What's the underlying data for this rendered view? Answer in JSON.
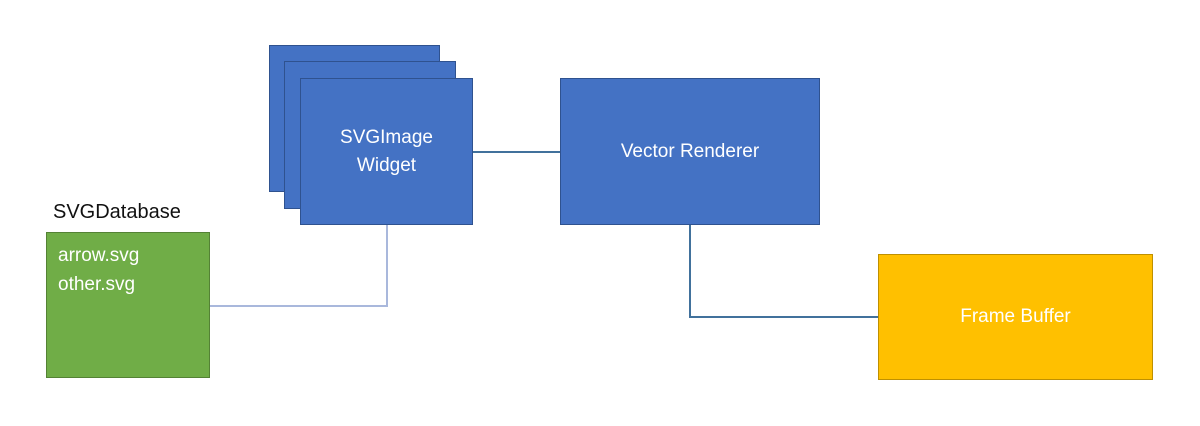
{
  "diagram": {
    "title_label": "SVGDatabase",
    "colors": {
      "blue_fill": "#4472C4",
      "blue_border": "#2F528F",
      "green_fill": "#70AD47",
      "green_border": "#548235",
      "gold_fill": "#FFC000",
      "gold_border": "#BF9000",
      "connector_dark": "#41719C",
      "connector_light": "#A9B8DC",
      "background": "#FFFFFF"
    },
    "nodes": {
      "svg_image_widget": {
        "label_line1": "SVGImage",
        "label_line2": "Widget",
        "stack_count": 3
      },
      "vector_renderer": {
        "label": "Vector Renderer"
      },
      "svg_database": {
        "title": "SVGDatabase",
        "items": [
          "arrow.svg",
          "other.svg"
        ]
      },
      "frame_buffer": {
        "label": "Frame Buffer"
      }
    },
    "connections": [
      {
        "from": "svg_image_widget",
        "to": "vector_renderer"
      },
      {
        "from": "svg_database",
        "to": "svg_image_widget"
      },
      {
        "from": "vector_renderer",
        "to": "frame_buffer"
      }
    ]
  }
}
